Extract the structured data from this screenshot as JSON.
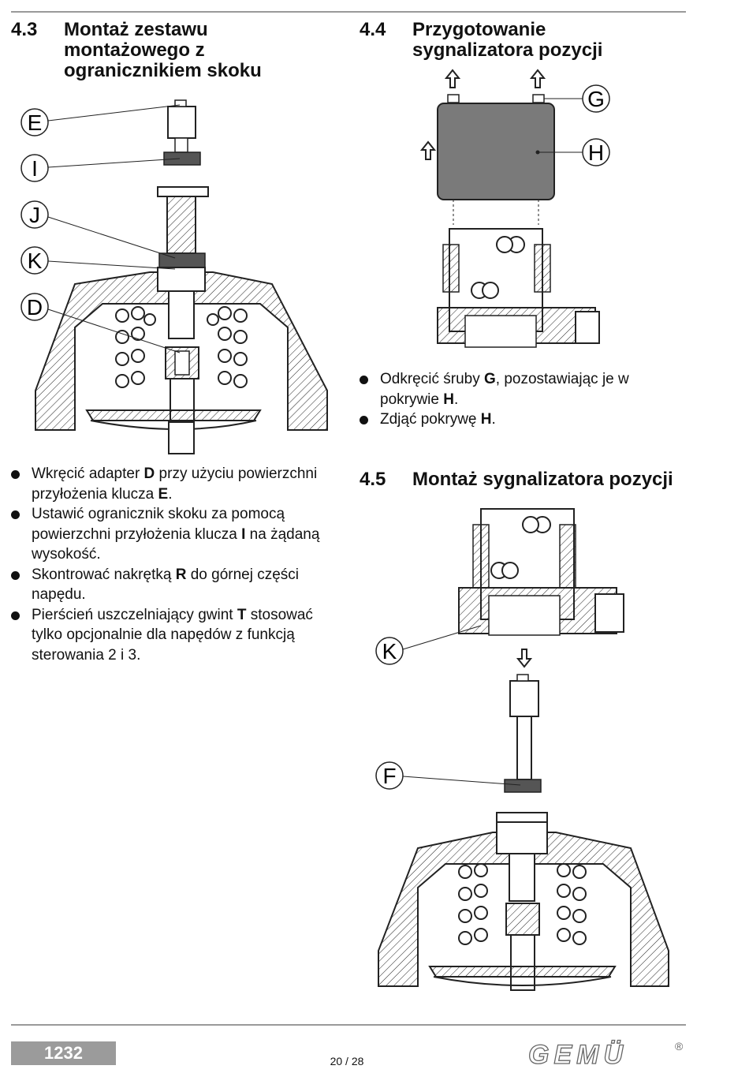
{
  "sections": {
    "s43": {
      "num": "4.3",
      "title": "Montaż zestawu\nmontażowego z\nogranicznikiem skoku"
    },
    "s44": {
      "num": "4.4",
      "title": "Przygotowanie\nsygnalizatora pozycji"
    },
    "s45": {
      "num": "4.5",
      "title": "Montaż sygnalizatora pozycji"
    }
  },
  "list43": [
    {
      "pre": "Wkręcić adapter ",
      "b1": "D",
      "mid": " przy użyciu powierzchni przyłożenia klucza ",
      "b2": "E",
      "post": "."
    },
    {
      "pre": "Ustawić ogranicznik skoku za pomocą powierzchni przyłożenia klucza ",
      "b1": "I",
      "mid": " na żądaną wysokość.",
      "b2": "",
      "post": ""
    },
    {
      "pre": "Skontrować nakrętką ",
      "b1": "R",
      "mid": " do górnej części napędu.",
      "b2": "",
      "post": ""
    },
    {
      "pre": "Pierścień uszczelniający gwint ",
      "b1": "T",
      "mid": " stosować tylko opcjonalnie dla napędów z funkcją sterowania 2 i 3.",
      "b2": "",
      "post": ""
    }
  ],
  "list44": [
    {
      "pre": "Odkręcić śruby ",
      "b1": "G",
      "mid": ", pozostawiając je w pokrywie ",
      "b2": "H",
      "post": "."
    },
    {
      "pre": "Zdjąć pokrywę ",
      "b1": "H",
      "mid": ".",
      "b2": "",
      "post": ""
    }
  ],
  "callouts": {
    "E": "E",
    "I": "I",
    "J": "J",
    "K": "K",
    "D": "D",
    "G": "G",
    "H": "H",
    "K2": "K",
    "F": "F"
  },
  "footer": {
    "doc_number": "1232",
    "page": "20 / 28",
    "brand": "GEMÜ",
    "reg": "®"
  }
}
